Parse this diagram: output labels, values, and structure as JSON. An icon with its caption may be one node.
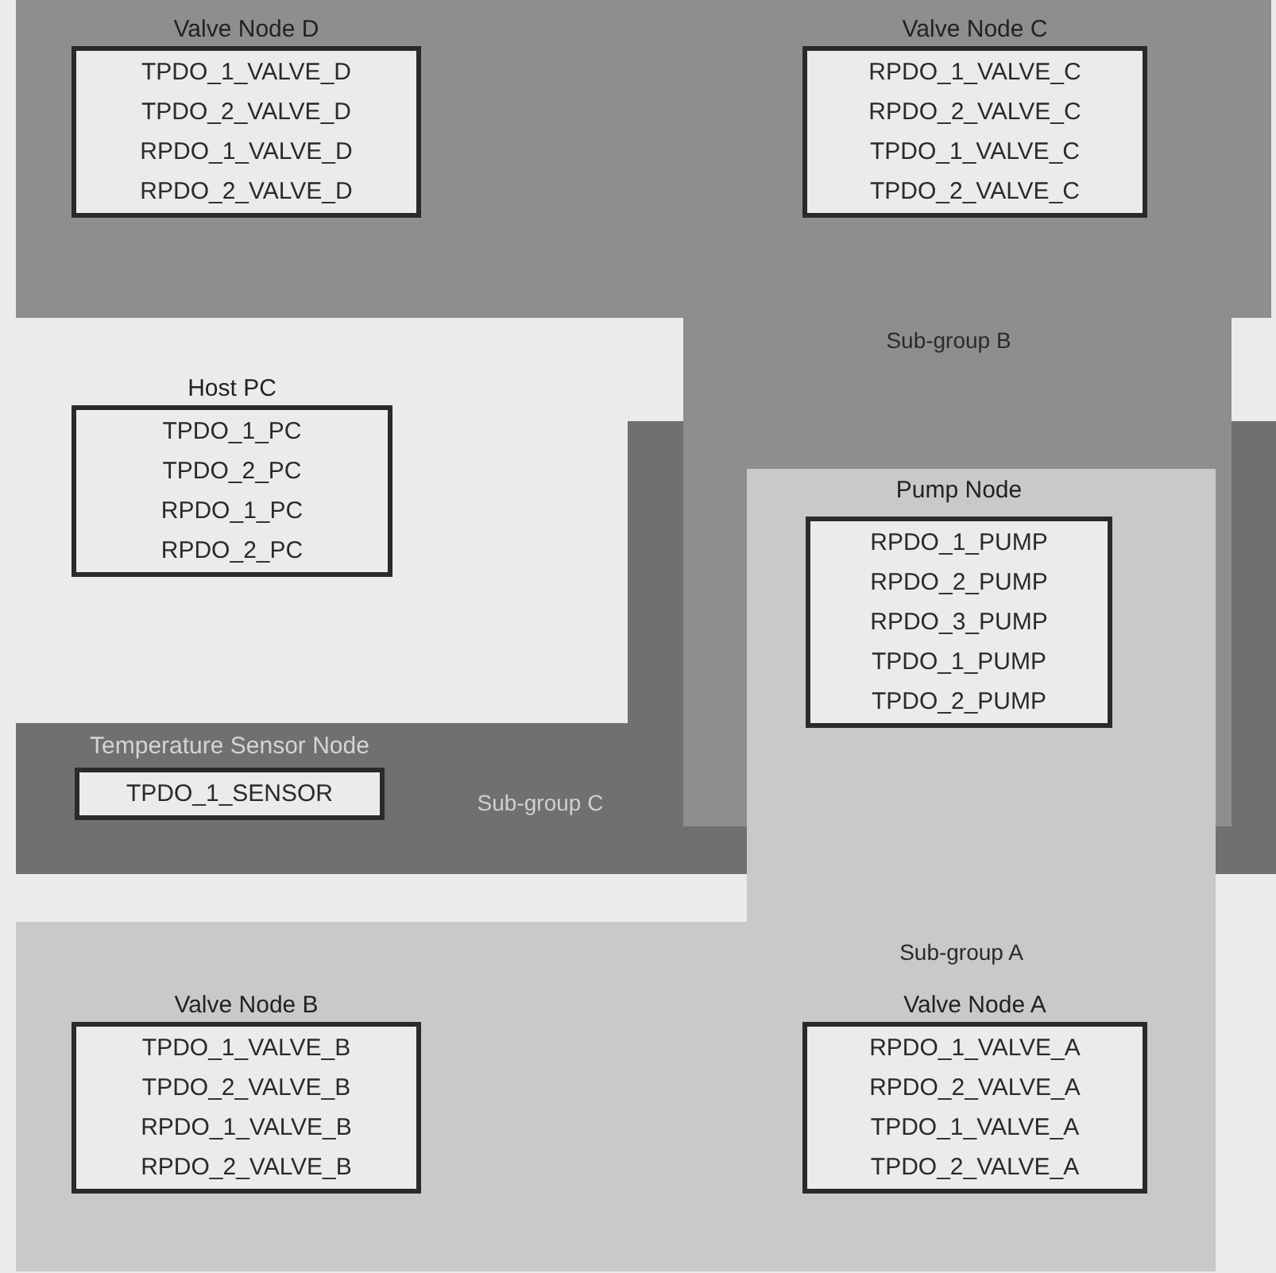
{
  "diagram": {
    "nodes": [
      {
        "text": [
          "Sub-group B"
        ]
      },
      {
        "text": [
          "Valve Node D",
          "TPDO_1_VALVE_D",
          "TPDO_2_VALVE_D",
          "RPDO_1_VALVE_D",
          "RPDO_2_VALVE_D"
        ],
        "in": 0
      },
      {
        "text": [
          "Valve Node C",
          "RPDO_1_VALVE_C",
          "RPDO_2_VALVE_C",
          "TPDO_1_VALVE_C",
          "TPDO_2_VALVE_C"
        ],
        "in": 0
      },
      {
        "text": [
          "Host PC",
          "TPDO_1_PC",
          "TPDO_2_PC",
          "RPDO_1_PC",
          "RPDO_2_PC"
        ]
      },
      {
        "text": [
          "Sub-group C"
        ]
      },
      {
        "text": [
          "Temperature Sensor Node",
          "TPDO_1_SENSOR"
        ],
        "in": 4
      },
      {
        "text": [
          "Sub-group A"
        ]
      },
      {
        "text": [
          "Pump Node",
          "RPDO_1_PUMP",
          "RPDO_2_PUMP",
          "RPDO_3_PUMP",
          "TPDO_1_PUMP",
          "TPDO_2_PUMP"
        ],
        "in": 6
      },
      {
        "text": [
          "Valve Node B",
          "TPDO_1_VALVE_B",
          "TPDO_2_VALVE_B",
          "RPDO_1_VALVE_B",
          "RPDO_2_VALVE_B"
        ],
        "in": 6
      },
      {
        "text": [
          "Valve Node A",
          "RPDO_1_VALVE_A",
          "RPDO_2_VALVE_A",
          "TPDO_1_VALVE_A",
          "TPDO_2_VALVE_A"
        ],
        "in": 6
      },
      {
        "text": [],
        "shape": "bar"
      }
    ],
    "edges": []
  }
}
